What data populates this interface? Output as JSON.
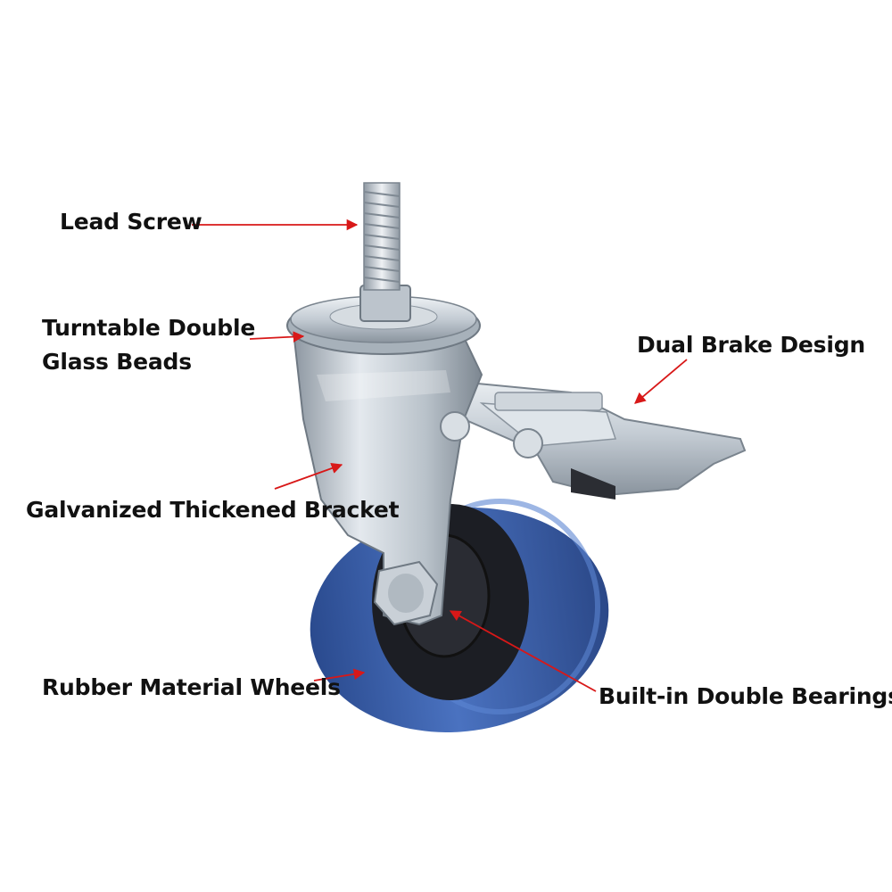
{
  "labels": {
    "lead_screw": "Lead Screw",
    "turntable": "Turntable Double Glass Beads",
    "dual_brake": "Dual Brake Design",
    "bracket": "Galvanized Thickened Bracket",
    "rubber_wheels": "Rubber Material Wheels",
    "bearings": "Built-in Double Bearings"
  },
  "colors": {
    "arrow": "#d81818",
    "wheel_tread": "#3a5ea8",
    "wheel_core": "#1c1e24",
    "metal": "#c4ccd4"
  }
}
